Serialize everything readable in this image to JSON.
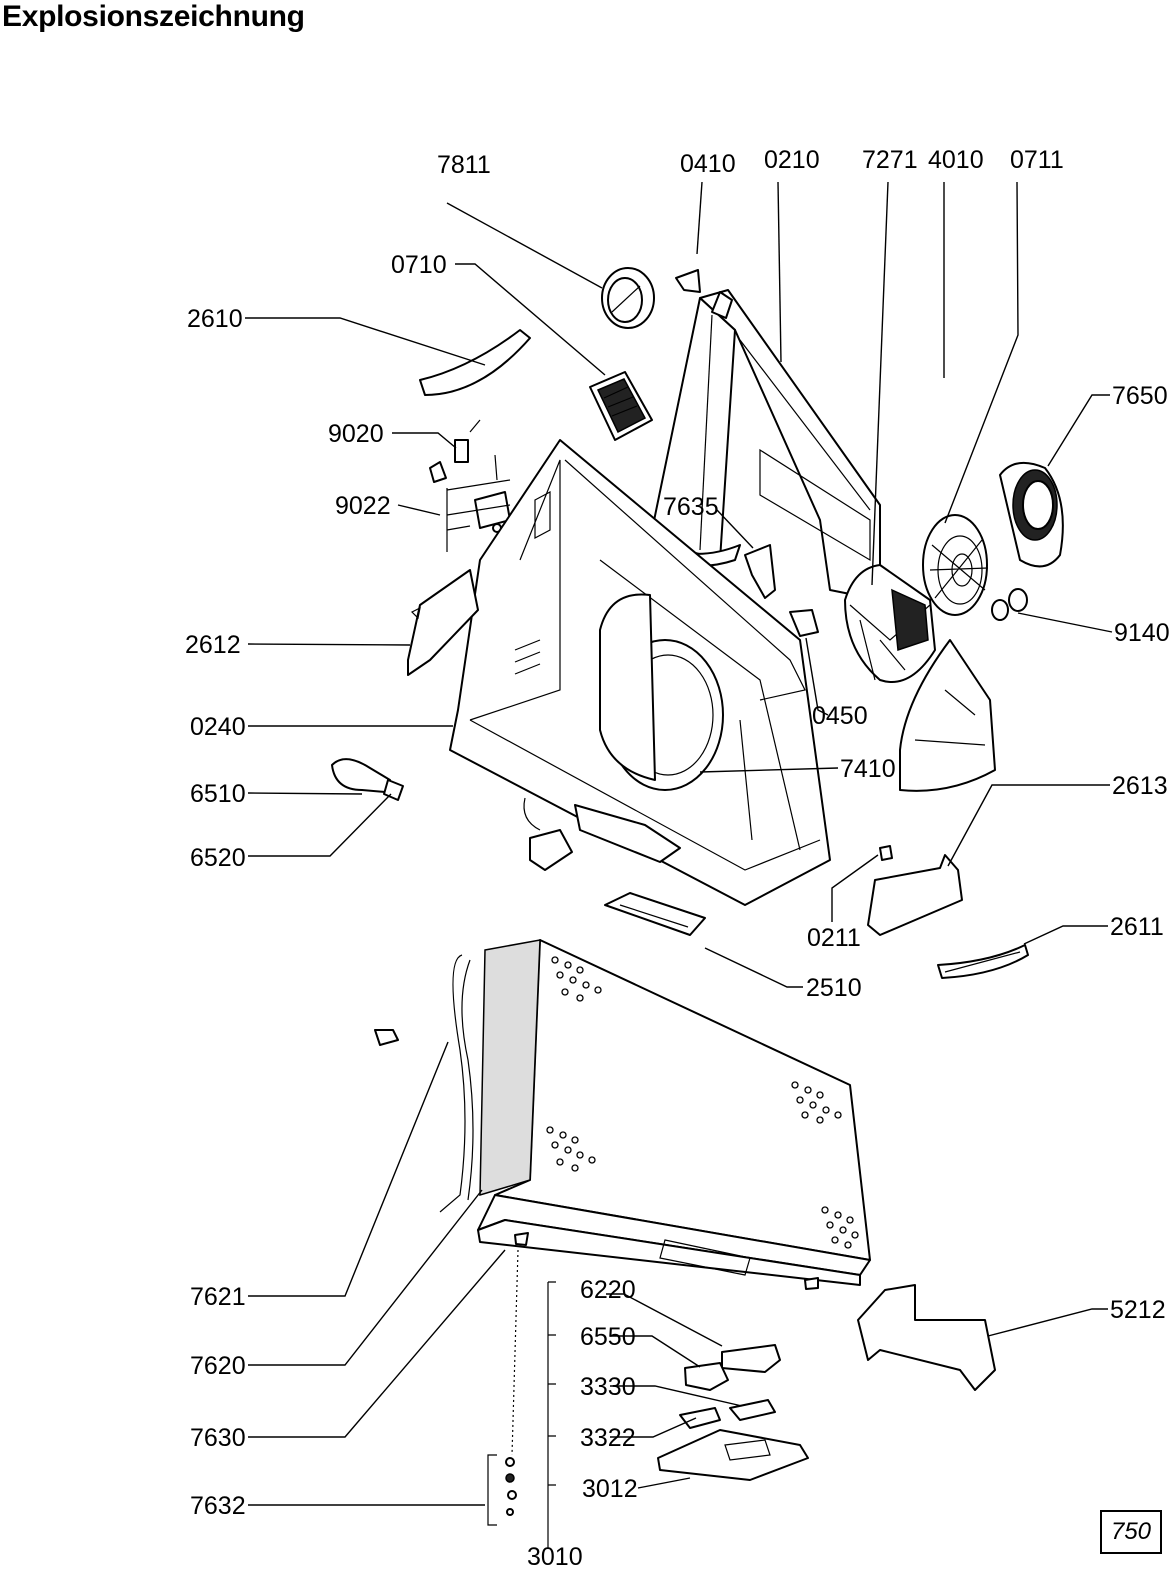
{
  "title": "Explosionszeichnung",
  "page_number": "750",
  "part_labels": [
    "7811",
    "0410",
    "0210",
    "7271",
    "4010",
    "0711",
    "0710",
    "2610",
    "7650",
    "9020",
    "9022",
    "7635",
    "9140",
    "2612",
    "0450",
    "0240",
    "7410",
    "6510",
    "2613",
    "6520",
    "0211",
    "2611",
    "2510",
    "7621",
    "6220",
    "5212",
    "6550",
    "7620",
    "3330",
    "7630",
    "3322",
    "3012",
    "7632",
    "3010"
  ]
}
